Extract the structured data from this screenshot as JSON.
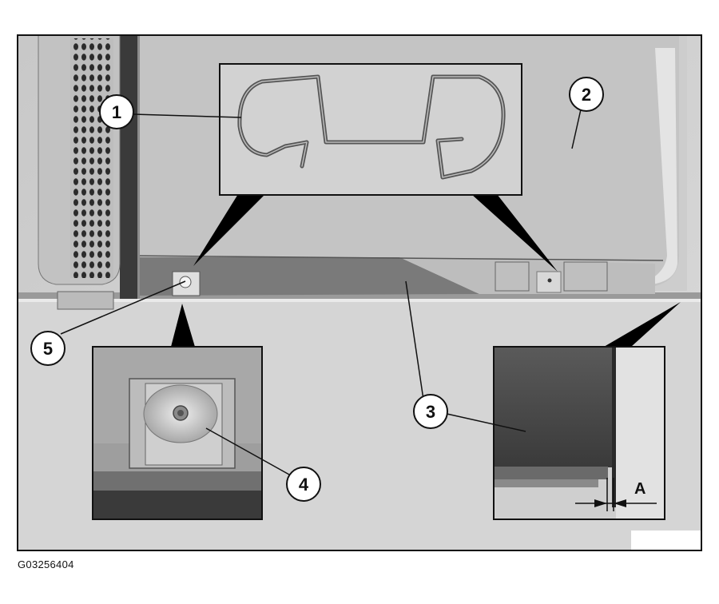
{
  "callouts": [
    "1",
    "2",
    "3",
    "4",
    "5"
  ],
  "dimension_label": "A",
  "figure_code": "G03256404",
  "colors": {
    "background": "#d6d6d6",
    "panel": "#d0d0d0",
    "frame": "#111111",
    "inset_bg": "#cfcfcf",
    "callout_fill": "#ffffff"
  }
}
